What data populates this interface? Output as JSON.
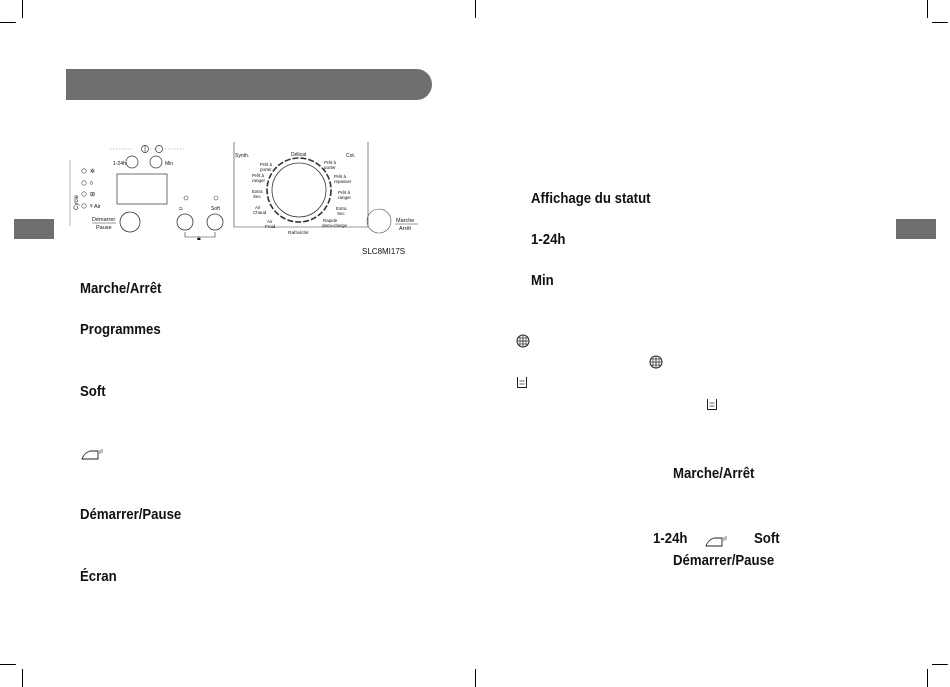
{
  "left_page": {
    "headings": [
      "Marche/Arrêt",
      "Programmes",
      "Soft",
      "Démarrer/Pause",
      "Écran"
    ],
    "panel": {
      "model": "SLC8MI17S",
      "cycle_label": "Cycle",
      "cycle_air_label": "Air",
      "button_1_24h": "1-24h",
      "button_min": "Min",
      "start_pause_top": "Démarrer",
      "start_pause_bottom": "Pause",
      "soft_label": "Soft",
      "onoff_top": "Marche",
      "onoff_bottom": "Arrêt",
      "dial": {
        "synth": "Synth.",
        "cot": "Cot.",
        "delicat": "Délicat",
        "pret_porter_l1": "Prêt à",
        "pret_porter_l2": "porter",
        "pret_ranger_l1": "Prêt à",
        "pret_ranger_l2": "ranger",
        "extra_sec_l1": "Extra",
        "extra_sec_l2": "Sec",
        "air_chaud_l1": "Air",
        "air_chaud_l2": "Chaud",
        "air_froid_l1": "Air",
        "air_froid_l2": "Froid",
        "rafraichir": "Rafraîchir",
        "pret_porter_r_l1": "Prêt à",
        "pret_porter_r_l2": "porter",
        "pret_repasser_l1": "Prêt à",
        "pret_repasser_l2": "repasser",
        "pret_ranger_r_l1": "Prêt à",
        "pret_ranger_r_l2": "ranger",
        "extra_sec_r_l1": "Extra",
        "extra_sec_r_l2": "Sec",
        "rapide_l1": "Rapide",
        "rapide_l2": "demi-charge"
      }
    }
  },
  "right_page": {
    "headings": [
      "Affichage du statut",
      "1-24h",
      "Min"
    ],
    "inline": {
      "marche_arret": "Marche/Arrêt",
      "h_1_24": "1-24h",
      "soft": "Soft",
      "demarrer_pause": "Démarrer/Pause"
    }
  }
}
